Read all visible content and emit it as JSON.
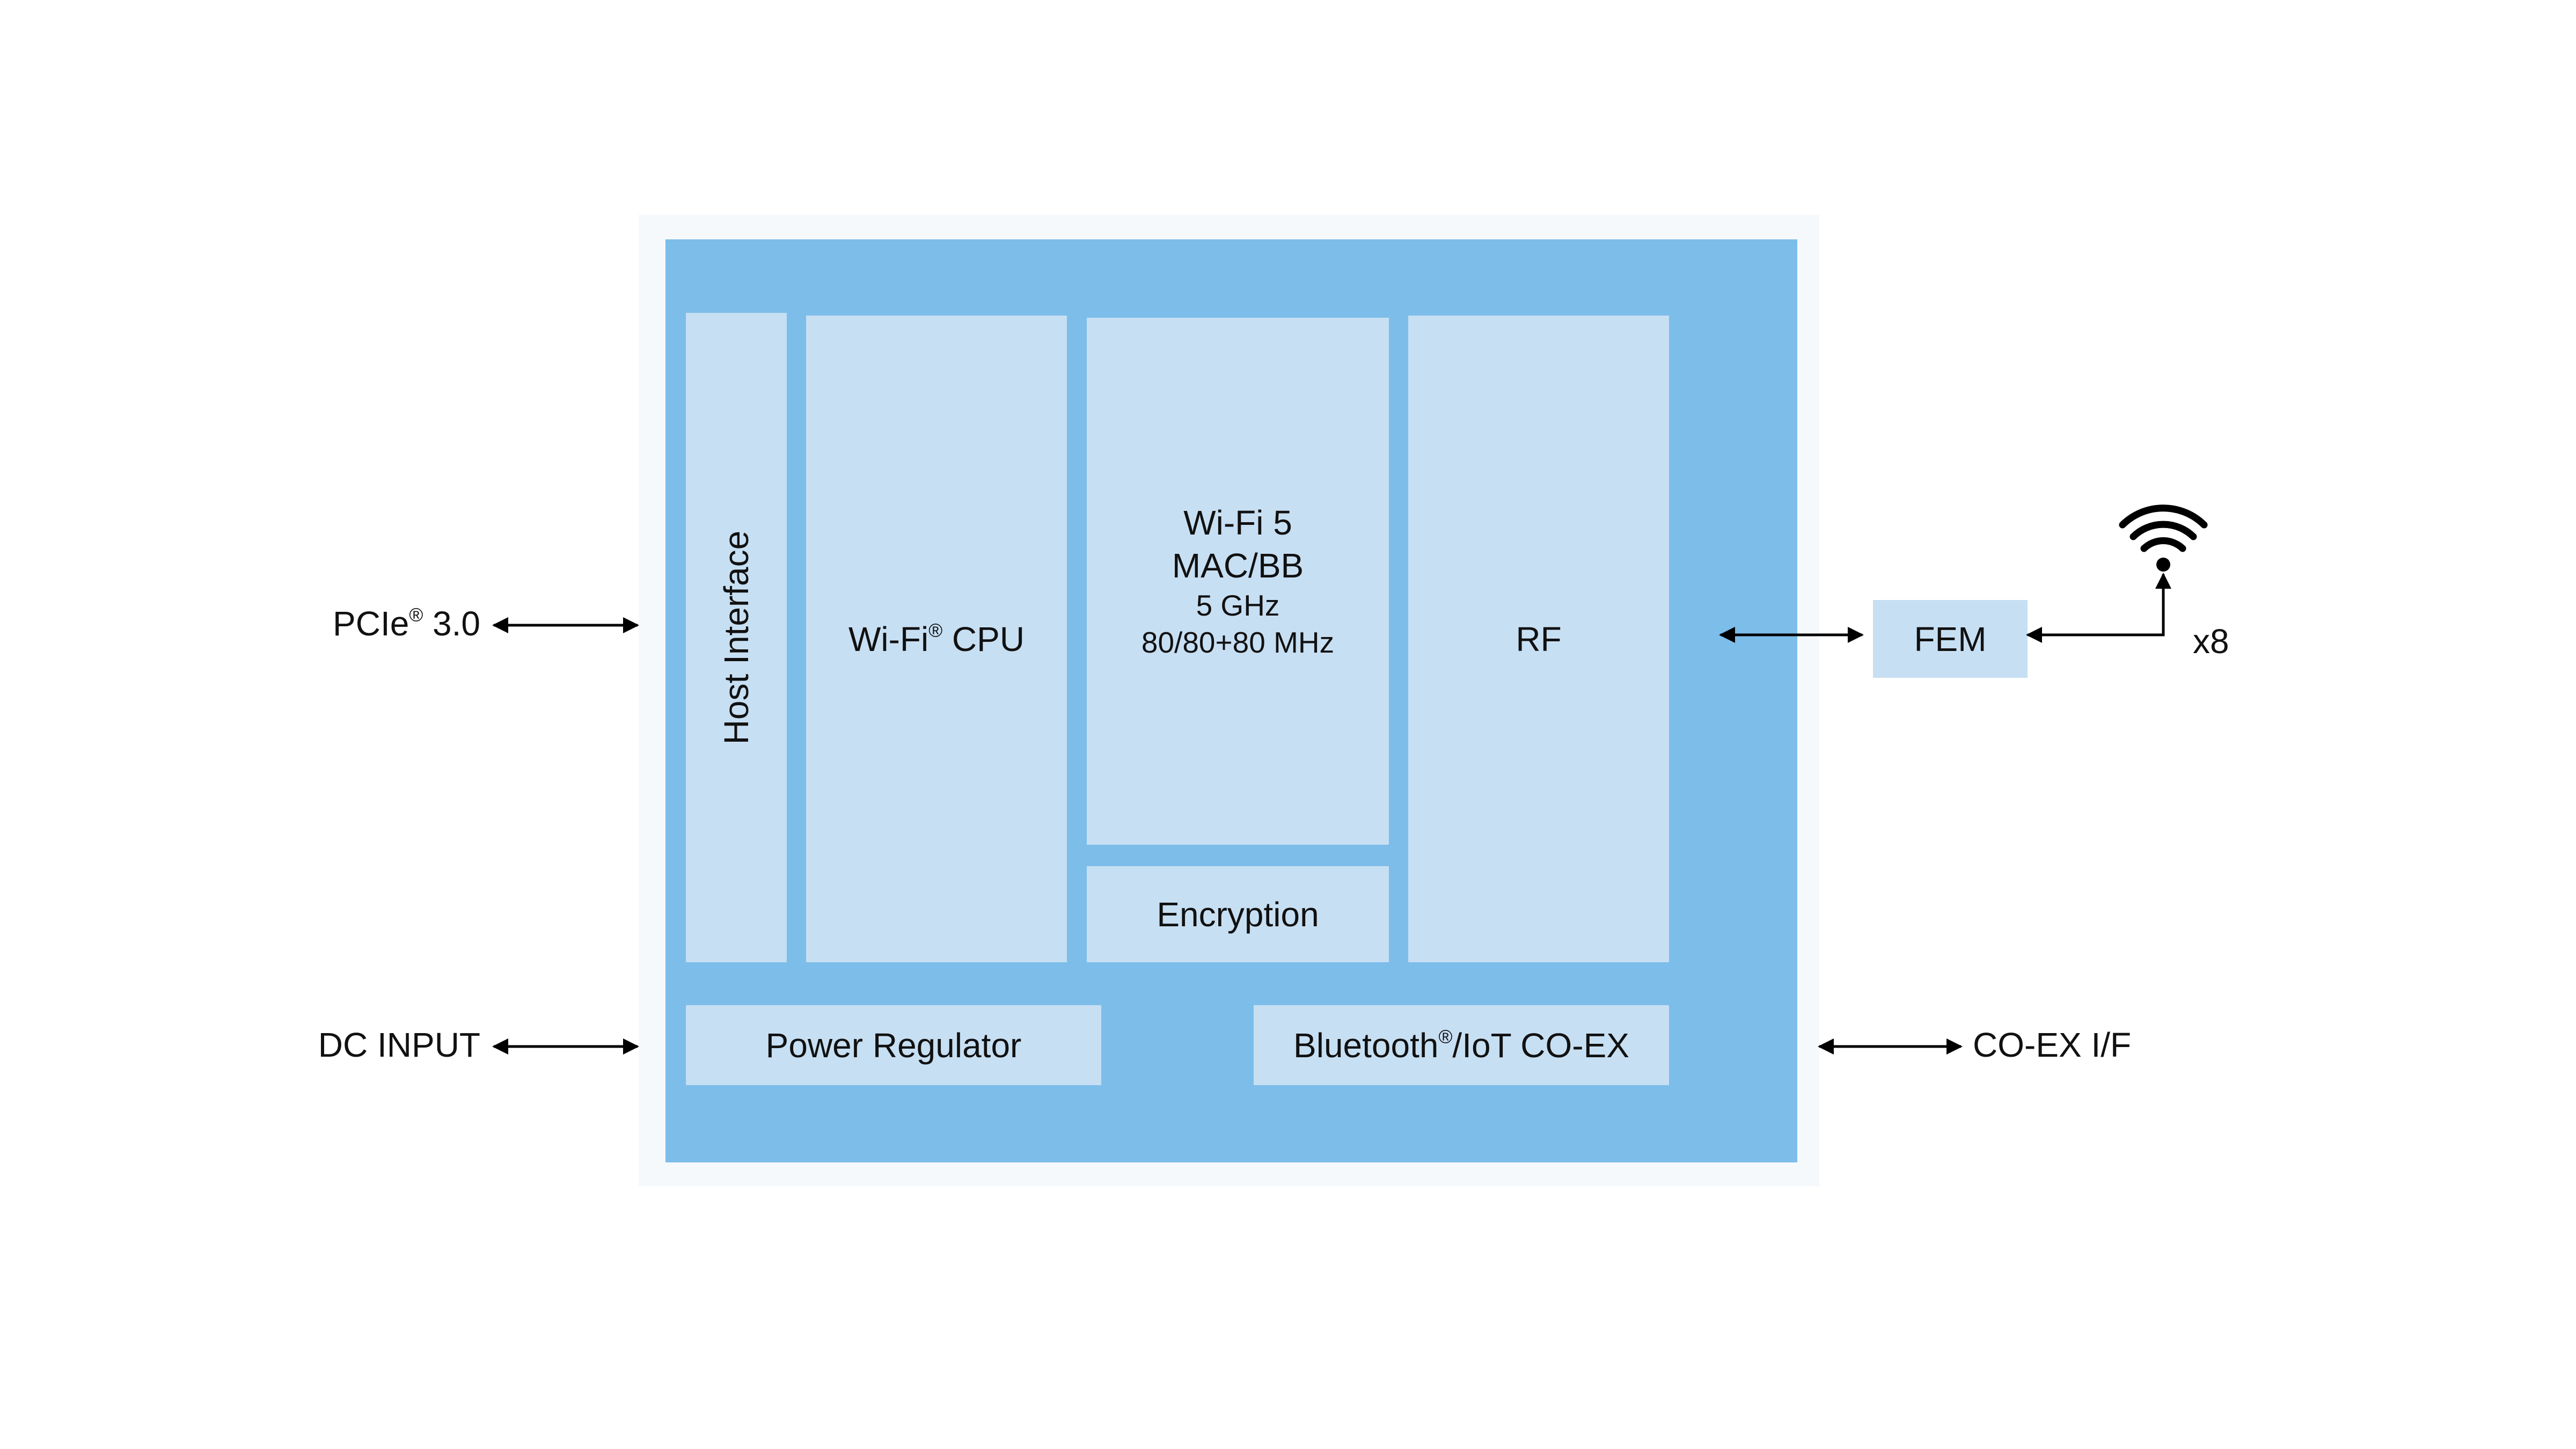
{
  "colors": {
    "chip_bg": "#7cbdea",
    "block_bg": "#c7dff3",
    "frame_bg": "#f6f9fc",
    "line": "#000000"
  },
  "blocks": {
    "host_interface": "Host Interface",
    "wifi_cpu": {
      "name": "Wi-Fi",
      "mark": "®",
      "suffix": " CPU"
    },
    "wifi5": {
      "line1": "Wi-Fi 5",
      "line2": "MAC/BB",
      "line3": "5 GHz",
      "line4": "80/80+80 MHz"
    },
    "rf": "RF",
    "encryption": "Encryption",
    "power_regulator": "Power Regulator",
    "bluetooth": {
      "name": "Bluetooth",
      "mark": "®",
      "suffix": "/IoT CO-EX"
    },
    "fem": "FEM"
  },
  "external": {
    "pcie": {
      "name": "PCIe",
      "mark": "®",
      "suffix": " 3.0"
    },
    "dc_input": "DC INPUT",
    "coex_if": "CO-EX I/F",
    "antenna_count": "x8"
  },
  "icons": {
    "antenna": "wifi-signal-icon"
  }
}
